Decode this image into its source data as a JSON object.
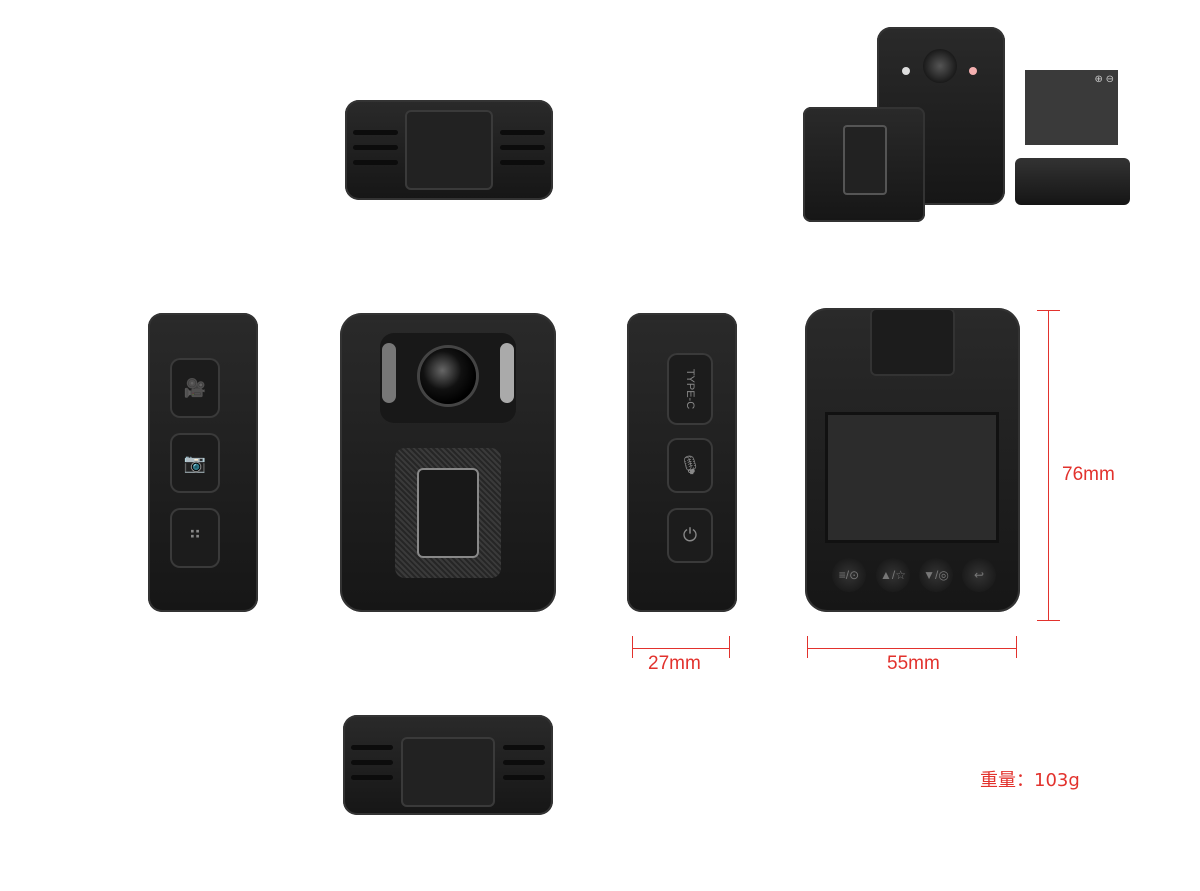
{
  "dimensions": {
    "height": "76mm",
    "depth": "27mm",
    "width": "55mm"
  },
  "weight": {
    "label": "重量：",
    "value": "103g"
  },
  "side_port_label": "TYPE-C",
  "colors": {
    "annotation": "#e2322d",
    "device": "#1c1c1c"
  }
}
